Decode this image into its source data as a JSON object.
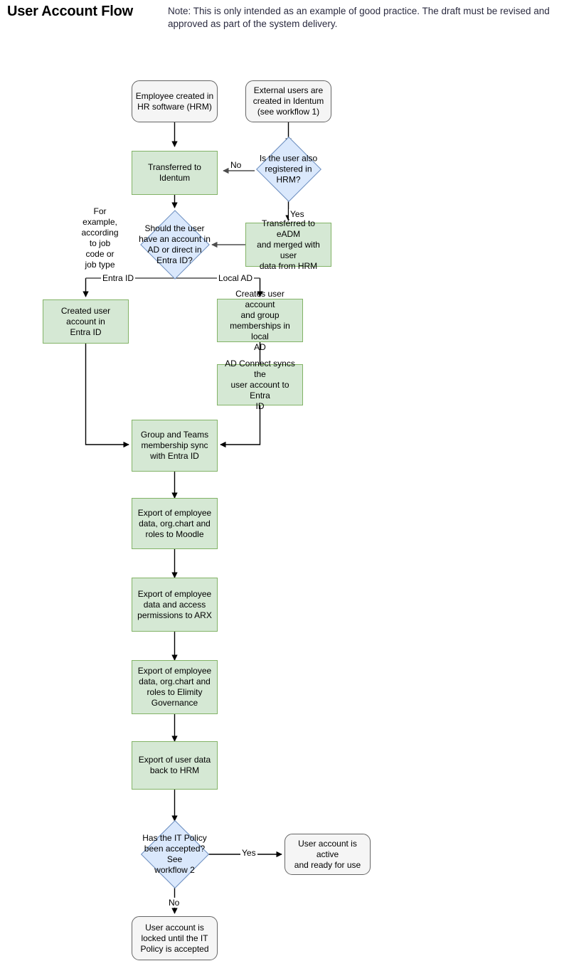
{
  "header": {
    "title": "User Account Flow",
    "note": "Note: This is only intended as an example of good practice. The draft must be revised and approved as part of the system delivery."
  },
  "colors": {
    "process_fill": "#d5e8d4",
    "process_stroke": "#82b366",
    "decision_fill": "#dae8fc",
    "decision_stroke": "#6c8ebf",
    "terminator_fill": "#f5f5f5",
    "terminator_stroke": "#666666",
    "edge_stroke": "#000000",
    "edge_stroke_gray": "#4d4d4d"
  },
  "chart_data": {
    "type": "diagram",
    "title": "User Account Flow",
    "nodes": [
      {
        "id": "hr_created",
        "label": "Employee created in\nHR software (HRM)",
        "shape": "terminator"
      },
      {
        "id": "ext_created",
        "label": "External users are\ncreated in Identum\n(see workflow 1)",
        "shape": "terminator"
      },
      {
        "id": "transferred",
        "label": "Transferred to\nIdentum",
        "shape": "process"
      },
      {
        "id": "also_hrm",
        "label": "Is the user also\nregistered in\nHRM?",
        "shape": "decision"
      },
      {
        "id": "eadm",
        "label": "Transferred to eADM\nand merged with user\ndata from HRM",
        "shape": "process"
      },
      {
        "id": "ad_or_entra",
        "label": "Should the user\nhave an account in\nAD or direct in\nEntra ID?",
        "shape": "decision"
      },
      {
        "id": "for_example",
        "label": "For\nexample,\naccording\nto job\ncode or\njob type",
        "shape": "text"
      },
      {
        "id": "created_entra",
        "label": "Created user account in\nEntra ID",
        "shape": "process"
      },
      {
        "id": "creates_local",
        "label": "Creates user account\nand group\nmemberships in local\nAD",
        "shape": "process"
      },
      {
        "id": "ad_connect",
        "label": "AD Connect syncs the\nuser account to Entra\nID",
        "shape": "process"
      },
      {
        "id": "group_teams",
        "label": "Group and Teams\nmembership sync\nwith Entra ID",
        "shape": "process"
      },
      {
        "id": "exp_moodle",
        "label": "Export of employee\ndata, org.chart and\nroles to Moodle",
        "shape": "process"
      },
      {
        "id": "exp_arx",
        "label": "Export of employee\ndata and access\npermissions to ARX",
        "shape": "process"
      },
      {
        "id": "exp_elimity",
        "label": "Export of employee\ndata, org.chart and\nroles to Elimity\nGovernance",
        "shape": "process"
      },
      {
        "id": "exp_hrm",
        "label": "Export of user data\nback to HRM",
        "shape": "process"
      },
      {
        "id": "it_policy",
        "label": "Has the IT Policy\nbeen accepted? See\nworkflow 2",
        "shape": "decision"
      },
      {
        "id": "active",
        "label": "User account is active\nand ready for use",
        "shape": "terminator"
      },
      {
        "id": "locked",
        "label": "User account is\nlocked until the IT\nPolicy is accepted",
        "shape": "terminator"
      }
    ],
    "edges": [
      {
        "from": "hr_created",
        "to": "transferred",
        "label": ""
      },
      {
        "from": "ext_created",
        "to": "also_hrm",
        "label": ""
      },
      {
        "from": "also_hrm",
        "to": "transferred",
        "label": "No"
      },
      {
        "from": "also_hrm",
        "to": "eadm",
        "label": "Yes"
      },
      {
        "from": "eadm",
        "to": "ad_or_entra",
        "label": ""
      },
      {
        "from": "transferred",
        "to": "ad_or_entra",
        "label": ""
      },
      {
        "from": "ad_or_entra",
        "to": "created_entra",
        "label": "Entra ID"
      },
      {
        "from": "ad_or_entra",
        "to": "creates_local",
        "label": "Local AD"
      },
      {
        "from": "created_entra",
        "to": "group_teams",
        "label": ""
      },
      {
        "from": "creates_local",
        "to": "ad_connect",
        "label": ""
      },
      {
        "from": "ad_connect",
        "to": "group_teams",
        "label": ""
      },
      {
        "from": "group_teams",
        "to": "exp_moodle",
        "label": ""
      },
      {
        "from": "exp_moodle",
        "to": "exp_arx",
        "label": ""
      },
      {
        "from": "exp_arx",
        "to": "exp_elimity",
        "label": ""
      },
      {
        "from": "exp_elimity",
        "to": "exp_hrm",
        "label": ""
      },
      {
        "from": "exp_hrm",
        "to": "it_policy",
        "label": ""
      },
      {
        "from": "it_policy",
        "to": "active",
        "label": "Yes"
      },
      {
        "from": "it_policy",
        "to": "locked",
        "label": "No"
      }
    ],
    "edge_labels": {
      "no_top": "No",
      "yes_top": "Yes",
      "entra_id": "Entra ID",
      "local_ad": "Local AD",
      "yes_bottom": "Yes",
      "no_bottom": "No"
    }
  }
}
